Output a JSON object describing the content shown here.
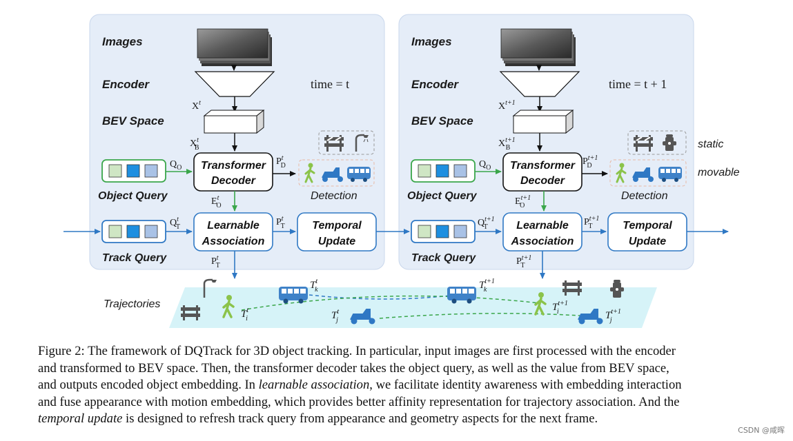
{
  "panels": [
    {
      "images_label": "Images",
      "encoder_label": "Encoder",
      "bev_label": "BEV Space",
      "time_label": "time = t",
      "x_feature": "X",
      "x_sup": "t",
      "xb_feature": "X",
      "xb_sub": "B",
      "xb_sup": "t",
      "q_o": "Q",
      "q_o_sub": "O",
      "p_d": "P",
      "p_d_sub": "D",
      "p_d_sup": "t",
      "e_o": "E",
      "e_o_sub": "O",
      "e_o_sup": "t",
      "q_t": "Q",
      "q_t_sub": "T",
      "q_t_sup": "t",
      "p_t_right": "P",
      "p_t_right_sub": "T",
      "p_t_right_sup": "t",
      "p_t_down": "P",
      "p_t_down_sub": "T",
      "p_t_down_sup": "t",
      "transformer_line1": "Transformer",
      "transformer_line2": "Decoder",
      "assoc_line1": "Learnable",
      "assoc_line2": "Association",
      "temporal_line1": "Temporal",
      "temporal_line2": "Update",
      "object_query_label": "Object Query",
      "track_query_label": "Track Query",
      "detection_label": "Detection"
    },
    {
      "images_label": "Images",
      "encoder_label": "Encoder",
      "bev_label": "BEV Space",
      "time_label": "time = t + 1",
      "x_feature": "X",
      "x_sup": "t+1",
      "xb_feature": "X",
      "xb_sub": "B",
      "xb_sup": "t+1",
      "q_o": "Q",
      "q_o_sub": "O",
      "p_d": "P",
      "p_d_sub": "D",
      "p_d_sup": "t+1",
      "e_o": "E",
      "e_o_sub": "O",
      "e_o_sup": "t+1",
      "q_t": "Q",
      "q_t_sub": "T",
      "q_t_sup": "t+1",
      "p_t_right": "P",
      "p_t_right_sub": "T",
      "p_t_right_sup": "t+1",
      "p_t_down": "P",
      "p_t_down_sub": "T",
      "p_t_down_sup": "t+1",
      "transformer_line1": "Transformer",
      "transformer_line2": "Decoder",
      "assoc_line1": "Learnable",
      "assoc_line2": "Association",
      "temporal_line1": "Temporal",
      "temporal_line2": "Update",
      "object_query_label": "Object Query",
      "track_query_label": "Track Query",
      "detection_label": "Detection"
    }
  ],
  "legend": {
    "static": "static",
    "movable": "movable"
  },
  "trajectories": {
    "label": "Trajectories",
    "t_k": "T",
    "t_k_sub": "k",
    "t_k_sup": "t",
    "t_k1": "T",
    "t_k1_sub": "k",
    "t_k1_sup": "t+1",
    "t_i": "T",
    "t_i_sub": "i",
    "t_i_sup": "t",
    "t_i1": "T",
    "t_i1_sub": "i",
    "t_i1_sup": "t+1",
    "t_j": "T",
    "t_j_sub": "j",
    "t_j_sup": "t",
    "t_j1": "T",
    "t_j1_sub": "j",
    "t_j1_sup": "t+1"
  },
  "colors": {
    "panel_bg": "#e5edf8",
    "panel_border": "#c9d7ec",
    "blue_arrow": "#2f78c4",
    "green": "#3aa64a",
    "box_border": "#2f78c4",
    "query_light_green": "#cfe6c4",
    "query_blue": "#1e8fe0",
    "query_light_blue": "#a9c2e6",
    "traj_band": "#d6f3f8",
    "vehicle_blue": "#3f82c8"
  },
  "caption": {
    "line1": "Figure 2: The framework of DQTrack for 3D object tracking. In particular, input images are first processed with the encoder",
    "line2": "and transformed to BEV space. Then, the transformer decoder takes the object query, as well as the value from BEV space,",
    "line3_a": "and outputs encoded object embedding. In ",
    "line3_em": "learnable association",
    "line3_b": ", we facilitate identity awareness with embedding interaction",
    "line4": "and fuse appearance with motion embedding, which provides better affinity representation for trajectory association. And the",
    "line5_em": "temporal update",
    "line5_b": " is designed to refresh track query from appearance and geometry aspects for the next frame."
  },
  "watermark": "CSDN @咸晖"
}
